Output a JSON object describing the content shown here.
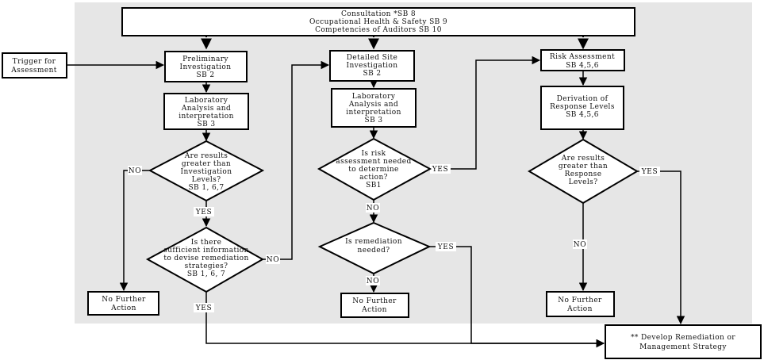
{
  "colors": {
    "panel": "#e6e6e6",
    "stroke": "#000000",
    "fill": "#ffffff",
    "text": "#111111"
  },
  "consultation": {
    "lines": [
      "Consultation  *SB 8",
      "Occupational Health & Safety  SB 9",
      "Competencies of Auditors  SB 10"
    ]
  },
  "trigger": {
    "lines": [
      "Trigger for",
      "Assessment"
    ]
  },
  "col1": {
    "preliminary": [
      "Preliminary",
      "Investigation",
      "SB 2"
    ],
    "lab": [
      "Laboratory",
      "Analysis and",
      "interpretation",
      "SB 3"
    ],
    "decision1": [
      "Are results",
      "greater than",
      "Investigation",
      "Levels?",
      "SB 1, 6,7"
    ],
    "decision2": [
      "Is there",
      "sufficient information",
      "to devise remediation",
      "strategies?",
      "SB 1, 6, 7"
    ],
    "no_action": [
      "No Further",
      "Action"
    ]
  },
  "col2": {
    "detailed": [
      "Detailed Site",
      "Investigation",
      "SB 2"
    ],
    "lab": [
      "Laboratory",
      "Analysis and",
      "interpretation",
      "SB 3"
    ],
    "decision1": [
      "Is risk",
      "assessment needed",
      "to determine",
      "action?",
      "SB1"
    ],
    "decision2": [
      "Is remediation",
      "needed?"
    ],
    "no_action": [
      "No Further",
      "Action"
    ]
  },
  "col3": {
    "risk": [
      "Risk Assessment",
      "SB 4,5,6"
    ],
    "derivation": [
      "Derivation of",
      "Response Levels",
      "SB 4,5,6"
    ],
    "decision1": [
      "Are results",
      "greater than",
      "Response",
      "Levels?"
    ],
    "no_action": [
      "No Further",
      "Action"
    ]
  },
  "develop": {
    "lines": [
      "** Develop Remediation or",
      "Management Strategy"
    ]
  },
  "edge_labels": {
    "yes": "YES",
    "no": "NO"
  }
}
